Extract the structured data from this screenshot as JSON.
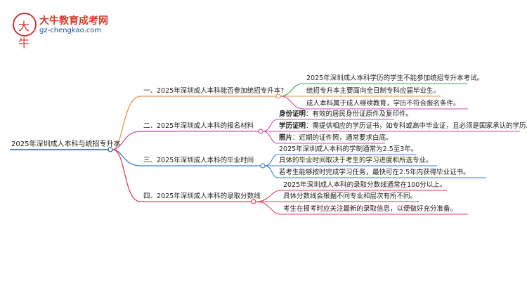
{
  "logo": {
    "title": "大牛教育成考网",
    "site": "gz-chengkao.com",
    "mark": "大牛"
  },
  "root": "2025年深圳成人本科与统招专升本",
  "branches": [
    {
      "label": "一、2025年深圳成人本科能否参加统招专升本?",
      "leaves": [
        "2025年深圳成人本科学历的学生不能参加统招专升本考试。",
        "统招专升本主要面向全日制专科应届毕业生。",
        "成人本科属于成人继续教育，学历不符合报名条件。"
      ]
    },
    {
      "label": "二、2025年深圳成人本科的报名材料",
      "leaves": [
        {
          "bold": "身份证明",
          "text": "：有效的居民身份证原件及复印件。"
        },
        {
          "bold": "学历证明",
          "text": "：需提供相应的学历证书，如专科或高中毕业证，且必须是国家承认的学历。"
        },
        {
          "bold": "照片",
          "text": "：近期的证件照，通常要求白底。"
        }
      ]
    },
    {
      "label": "三、2025年深圳成人本科的毕业时间",
      "leaves": [
        "2025年深圳成人本科的学制通常为2.5至3年。",
        "具体的毕业时间取决于考生的学习进度和所选专业。",
        "若考生能够按时完成学习任务，最快可在2.5年内获得毕业证书。"
      ]
    },
    {
      "label": "四、2025年深圳成人本科的录取分数线",
      "leaves": [
        "2025年深圳成人本科的录取分数线通常在100分以上。",
        "具体分数线会根据不同专业和层次有所不同。",
        "考生在报考时应关注最新的录取信息，以便做好充分准备。"
      ]
    }
  ],
  "colors": {
    "branch1": "#e8934a",
    "branch2": "#c84fb0",
    "branch3": "#3a7be0",
    "branch4": "#e0405a",
    "leaf1": "#3aa650",
    "root": "#2a5aa8"
  }
}
